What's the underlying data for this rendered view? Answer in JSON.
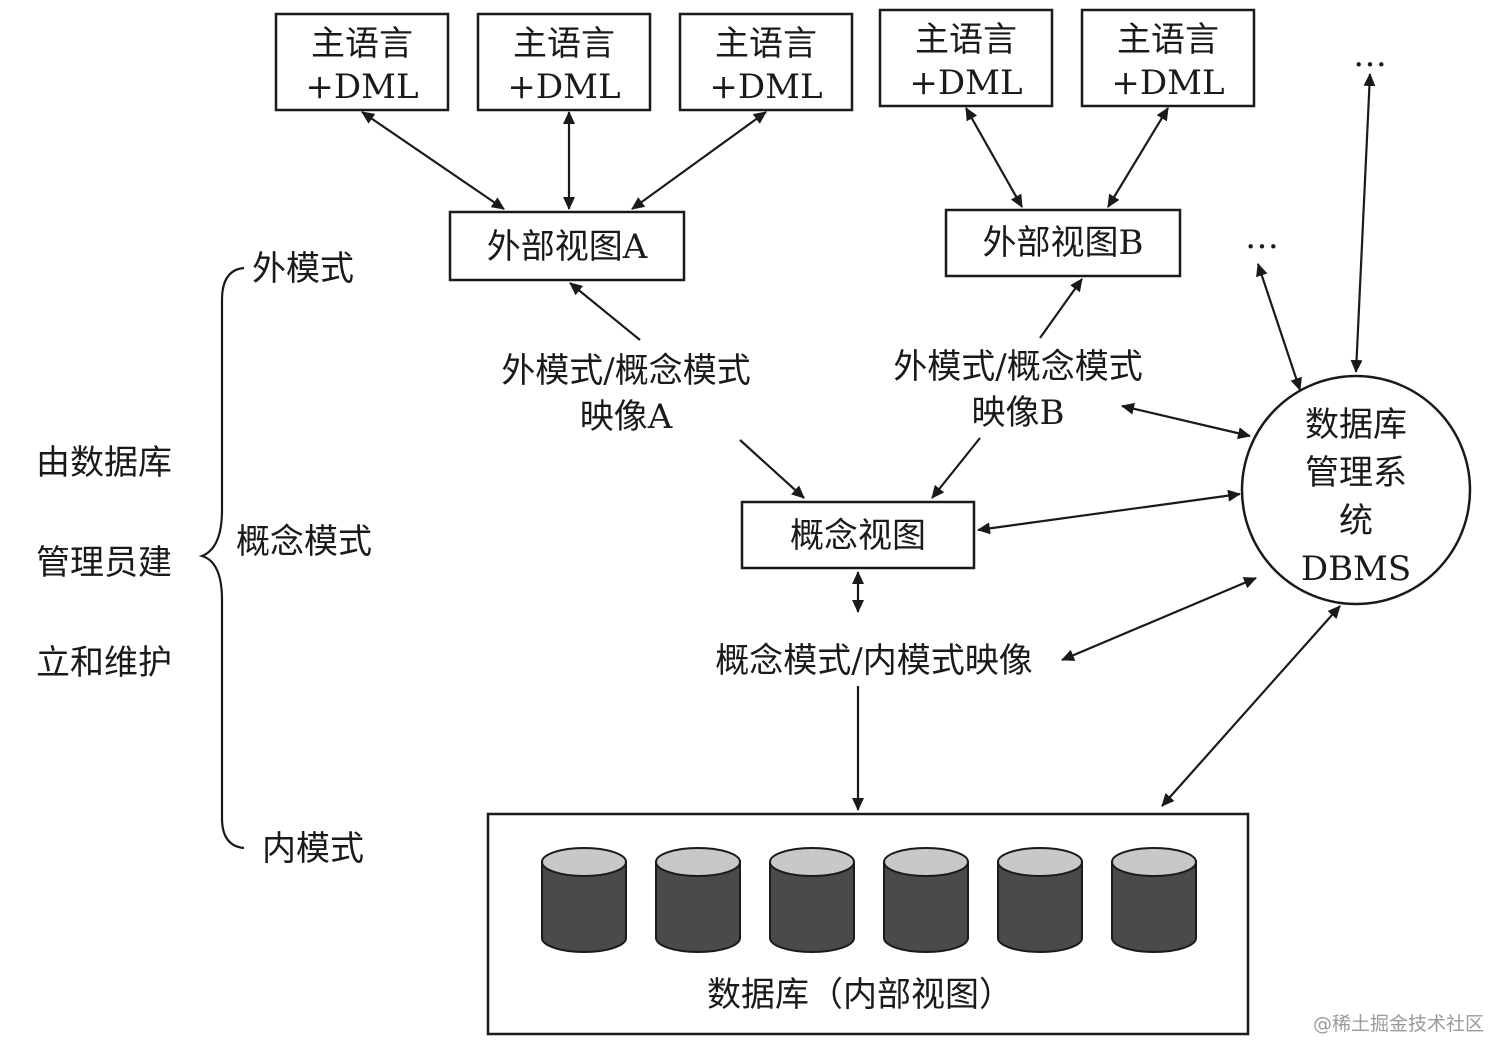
{
  "host_boxes": [
    {
      "line1": "主语言",
      "line2": "+DML"
    },
    {
      "line1": "主语言",
      "line2": "+DML"
    },
    {
      "line1": "主语言",
      "line2": "+DML"
    },
    {
      "line1": "主语言",
      "line2": "+DML"
    },
    {
      "line1": "主语言",
      "line2": "+DML"
    }
  ],
  "ellipsis_top": "…",
  "ellipsis_mid": "…",
  "external_view_a": "外部视图A",
  "external_view_b": "外部视图B",
  "mapping_a": {
    "line1": "外模式/概念模式",
    "line2": "映像A"
  },
  "mapping_b": {
    "line1": "外模式/概念模式",
    "line2": "映像B"
  },
  "conceptual_view": "概念视图",
  "conceptual_internal_mapping": "概念模式/内模式映像",
  "dbms": {
    "line1": "数据库",
    "line2": "管理系",
    "line3": "统",
    "line4": "DBMS"
  },
  "schema_levels": {
    "external": "外模式",
    "conceptual": "概念模式",
    "internal": "内模式"
  },
  "admin_note": {
    "line1": "由数据库",
    "line2": "管理员建",
    "line3": "立和维护"
  },
  "database_label": "数据库（内部视图）",
  "database_cylinder_count": 6,
  "watermark": "@稀土掘金技术社区"
}
